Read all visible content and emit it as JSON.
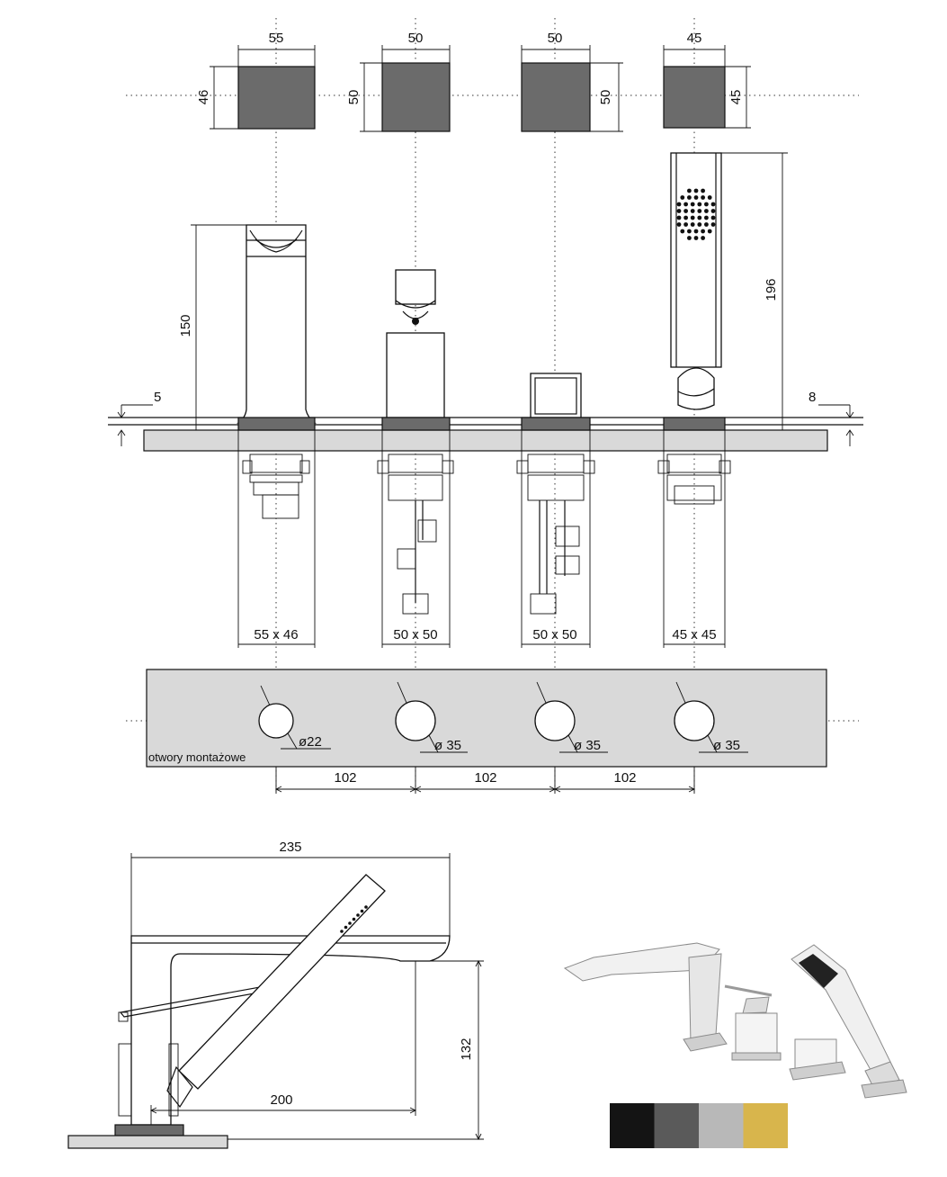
{
  "top_dims": {
    "w1": "55",
    "w2": "50",
    "w3": "50",
    "w4": "45",
    "h1": "46",
    "h2": "50",
    "h3": "50",
    "h4": "45"
  },
  "front_dims": {
    "spout_height": "150",
    "hand_shower_height": "196",
    "left_offset": "5",
    "right_offset": "8"
  },
  "cutouts": {
    "c1": "55 x 46",
    "c2": "50 x 50",
    "c3": "50 x 50",
    "c4": "45 x 45"
  },
  "mounting": {
    "label": "otwory montażowe",
    "d1": "ø22",
    "d2": "ø 35",
    "d3": "ø 35",
    "d4": "ø 35",
    "spacing": [
      "102",
      "102",
      "102"
    ]
  },
  "side_dims": {
    "length": "235",
    "reach": "200",
    "spout_height": "132"
  },
  "colors": {
    "finish_swatches": [
      "#141414",
      "#5a5a5a",
      "#b8b8b8",
      "#d8b54c"
    ],
    "part_fill": "#6b6b6b",
    "plate_fill": "#d9d9d9"
  }
}
